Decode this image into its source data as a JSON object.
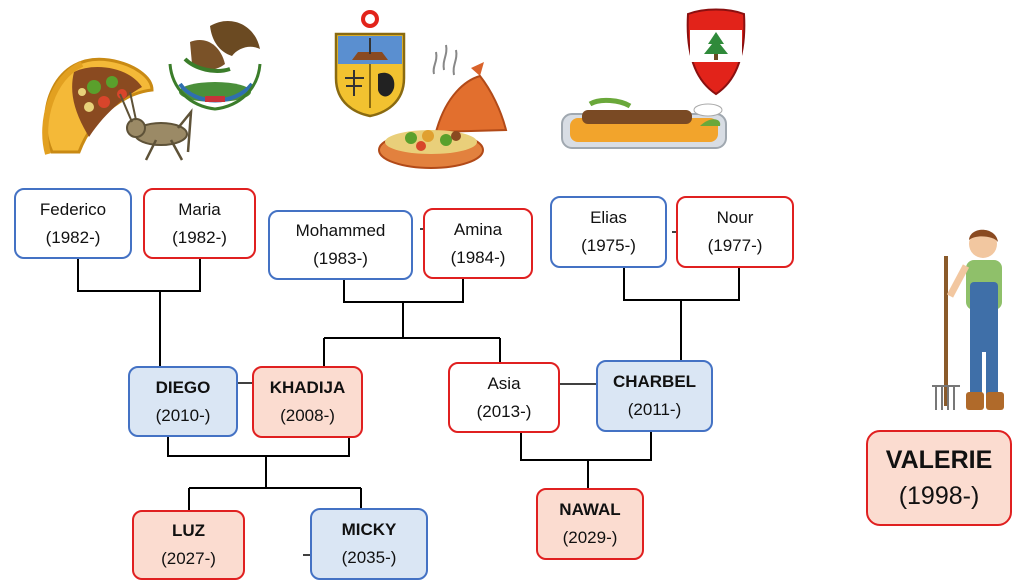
{
  "people": {
    "federico": {
      "name": "Federico",
      "years": "(1982-)"
    },
    "maria": {
      "name": "Maria",
      "years": "(1982-)"
    },
    "mohammed": {
      "name": "Mohammed",
      "years": "(1983-)"
    },
    "amina": {
      "name": "Amina",
      "years": "(1984-)"
    },
    "elias": {
      "name": "Elias",
      "years": "(1975-)"
    },
    "nour": {
      "name": "Nour",
      "years": "(1977-)"
    },
    "diego": {
      "name": "DIEGO",
      "years": "(2010-)"
    },
    "khadija": {
      "name": "KHADIJA",
      "years": "(2008-)"
    },
    "asia": {
      "name": "Asia",
      "years": "(2013-)"
    },
    "charbel": {
      "name": "CHARBEL",
      "years": "(2011-)"
    },
    "luz": {
      "name": "LUZ",
      "years": "(2027-)"
    },
    "micky": {
      "name": "MICKY",
      "years": "(2035-)"
    },
    "nawal": {
      "name": "NAWAL",
      "years": "(2029-)"
    },
    "valerie": {
      "name": "VALERIE",
      "years": "(1998-)"
    }
  },
  "colors": {
    "male_border": "#4472c4",
    "female_border": "#e02020",
    "male_fill": "#dae6f4",
    "female_fill": "#fbdcd0",
    "line": "#000000"
  },
  "illustrations": [
    "taco-icon",
    "grasshopper-icon",
    "mexico-coat-of-arms-icon",
    "tunisia-coat-of-arms-icon",
    "tagine-icon",
    "lebanon-flag-shield-icon",
    "kebab-platter-icon",
    "farmer-woman-icon"
  ]
}
